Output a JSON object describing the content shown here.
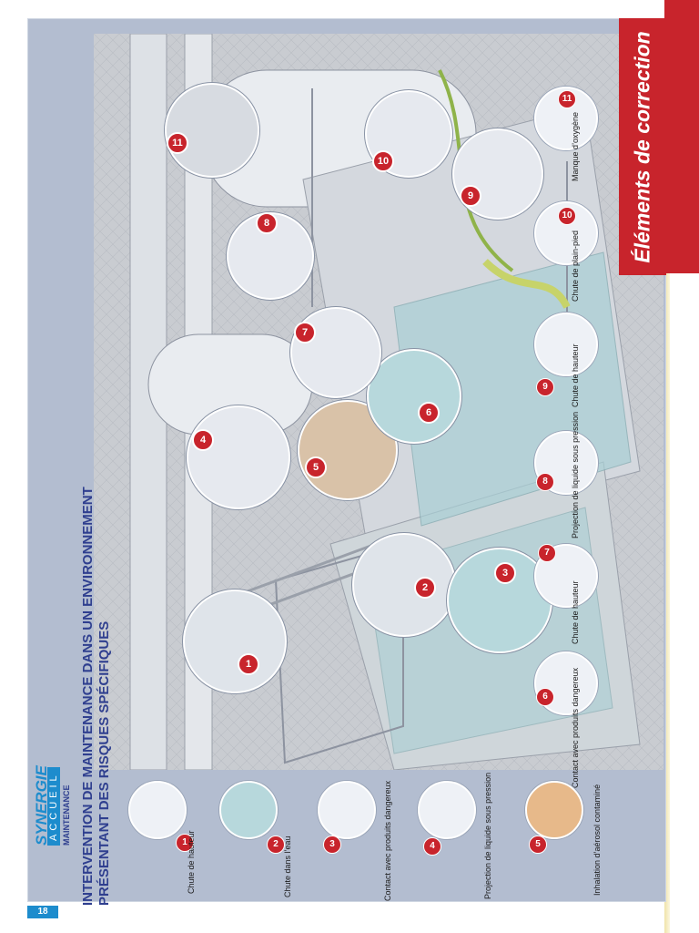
{
  "correction_title": "Éléments de correction",
  "title_line1": "INTERVENTION DE MAINTENANCE DANS UN ENVIRONNEMENT",
  "title_line2": "PRÉSENTANT DES RISQUES SPÉCIFIQUES",
  "brand": {
    "name": "SYNERGIE",
    "accueil": "ACCUEIL",
    "subtitle": "MAINTENANCE"
  },
  "page_number": "18",
  "legend_left": [
    {
      "number": "1",
      "label": "Chute de hauteur"
    },
    {
      "number": "2",
      "label": "Chute dans l’eau"
    },
    {
      "number": "3",
      "label": "Contact avec produits dangereux"
    },
    {
      "number": "4",
      "label": "Projection de liquide sous pression"
    },
    {
      "number": "5",
      "label": "Inhalation d’aérosol contaminé"
    }
  ],
  "legend_right": [
    {
      "number": "6",
      "label": "Contact avec produits dangereux"
    },
    {
      "number": "7",
      "label": "Chute de hauteur"
    },
    {
      "number": "8",
      "label": "Projection de liquide sous pression"
    },
    {
      "number": "9",
      "label": "Chute de hauteur"
    },
    {
      "number": "10",
      "label": "Chute de plain-pied"
    },
    {
      "number": "11",
      "label": "Manque d’oxygène"
    }
  ],
  "scene_badges": [
    "1",
    "2",
    "3",
    "4",
    "5",
    "6",
    "7",
    "8",
    "9",
    "10",
    "11"
  ],
  "colors": {
    "brand_blue": "#1d8ccd",
    "title_blue": "#2f3f8f",
    "accent_red": "#c8242c",
    "panel": "#b3bdd0"
  }
}
